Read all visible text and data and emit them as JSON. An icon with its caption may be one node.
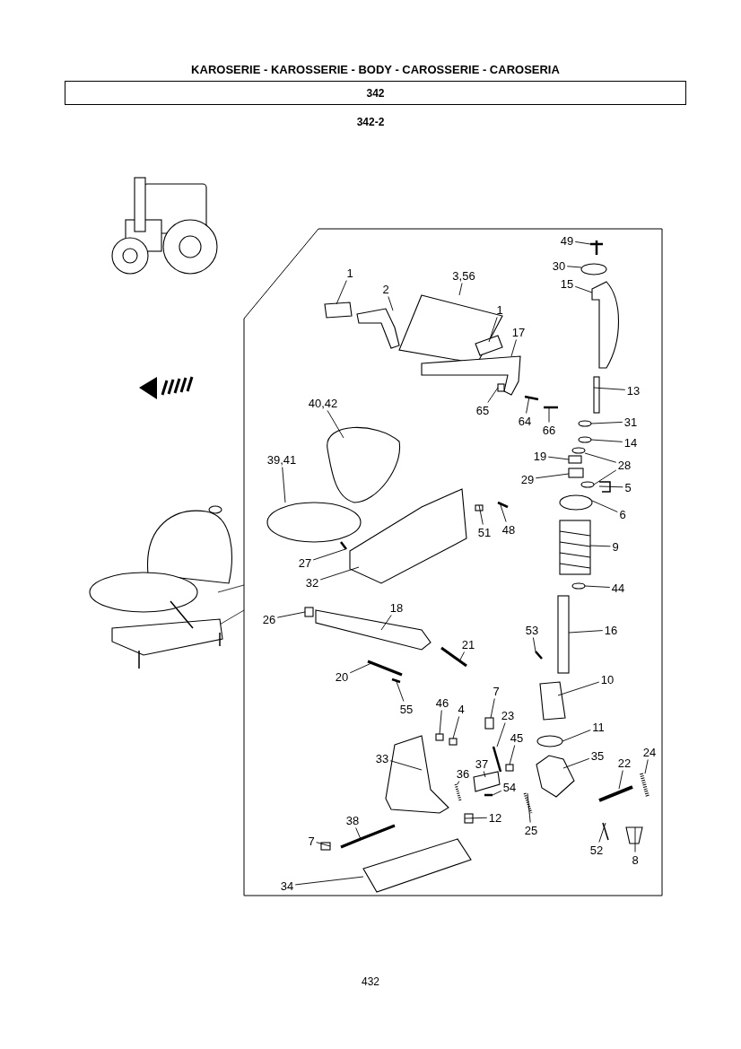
{
  "diagram": {
    "title": "KAROSERIE - KAROSSERIE - BODY - CAROSSERIE - CAROSERIA",
    "nodes": [
      {
        "text": [
          "342"
        ]
      },
      {
        "text": [
          "1"
        ]
      },
      {
        "text": [
          "2"
        ]
      },
      {
        "text": [
          "3,56"
        ]
      },
      {
        "text": [
          "1"
        ]
      },
      {
        "text": [
          "17"
        ]
      },
      {
        "text": [
          "49"
        ]
      },
      {
        "text": [
          "30"
        ]
      },
      {
        "text": [
          "15"
        ]
      },
      {
        "text": [
          "13"
        ]
      },
      {
        "text": [
          "31"
        ]
      },
      {
        "text": [
          "14"
        ]
      },
      {
        "text": [
          "19"
        ]
      },
      {
        "text": [
          "28"
        ]
      },
      {
        "text": [
          "29"
        ]
      },
      {
        "text": [
          "5"
        ]
      },
      {
        "text": [
          "6"
        ]
      },
      {
        "text": [
          "65"
        ]
      },
      {
        "text": [
          "64"
        ]
      },
      {
        "text": [
          "66"
        ]
      },
      {
        "text": [
          "40,42"
        ]
      },
      {
        "text": [
          "39,41"
        ]
      },
      {
        "text": [
          "51"
        ]
      },
      {
        "text": [
          "48"
        ]
      },
      {
        "text": [
          "27"
        ]
      },
      {
        "text": [
          "32"
        ]
      },
      {
        "text": [
          "9"
        ]
      },
      {
        "text": [
          "44"
        ]
      },
      {
        "text": [
          "26"
        ]
      },
      {
        "text": [
          "18"
        ]
      },
      {
        "text": [
          "16"
        ]
      },
      {
        "text": [
          "53"
        ]
      },
      {
        "text": [
          "21"
        ]
      },
      {
        "text": [
          "20"
        ]
      },
      {
        "text": [
          "55"
        ]
      },
      {
        "text": [
          "10"
        ]
      },
      {
        "text": [
          "46"
        ]
      },
      {
        "text": [
          "4"
        ]
      },
      {
        "text": [
          "7"
        ]
      },
      {
        "text": [
          "23"
        ]
      },
      {
        "text": [
          "45"
        ]
      },
      {
        "text": [
          "11"
        ]
      },
      {
        "text": [
          "33"
        ]
      },
      {
        "text": [
          "37"
        ]
      },
      {
        "text": [
          "36"
        ]
      },
      {
        "text": [
          "35"
        ]
      },
      {
        "text": [
          "54"
        ]
      },
      {
        "text": [
          "22"
        ]
      },
      {
        "text": [
          "24"
        ]
      },
      {
        "text": [
          "12"
        ]
      },
      {
        "text": [
          "25"
        ]
      },
      {
        "text": [
          "52"
        ]
      },
      {
        "text": [
          "8"
        ]
      },
      {
        "text": [
          "38"
        ]
      },
      {
        "text": [
          "7"
        ]
      },
      {
        "text": [
          "34"
        ]
      },
      {
        "text": [],
        "shape": "box"
      },
      {
        "text": [],
        "shape": "picture"
      },
      {
        "text": [],
        "shape": "box"
      },
      {
        "text": [],
        "shape": "box"
      },
      {
        "text": [],
        "shape": "picture"
      },
      {
        "text": [],
        "shape": "picture"
      },
      {
        "text": [],
        "shape": "circle"
      },
      {
        "text": [],
        "shape": "picture"
      },
      {
        "text": [],
        "shape": "box"
      },
      {
        "text": [],
        "shape": "circle"
      },
      {
        "text": [],
        "shape": "circle"
      },
      {
        "text": [],
        "shape": "box"
      },
      {
        "text": [],
        "shape": "circle"
      },
      {
        "text": [],
        "shape": "circle"
      },
      {
        "text": [],
        "shape": "box"
      },
      {
        "text": [],
        "shape": "picture"
      },
      {
        "text": [],
        "shape": "circle"
      },
      {
        "text": [],
        "shape": "box"
      },
      {
        "text": [],
        "shape": "bar"
      },
      {
        "text": [],
        "shape": "bar"
      },
      {
        "text": [],
        "shape": "picture"
      },
      {
        "text": [],
        "shape": "circle"
      },
      {
        "text": [],
        "shape": "box"
      },
      {
        "text": [],
        "shape": "bar"
      },
      {
        "text": [],
        "shape": "bar"
      },
      {
        "text": [],
        "shape": "picture"
      },
      {
        "text": [],
        "shape": "picture"
      },
      {
        "text": [],
        "shape": "circle"
      },
      {
        "text": [],
        "shape": "box"
      },
      {
        "text": [],
        "shape": "picture"
      },
      {
        "text": [],
        "shape": "box"
      },
      {
        "text": [],
        "shape": "bar"
      },
      {
        "text": [],
        "shape": "bar"
      },
      {
        "text": [],
        "shape": "bar"
      },
      {
        "text": [],
        "shape": "bar"
      },
      {
        "text": [],
        "shape": "box"
      },
      {
        "text": [],
        "shape": "box"
      },
      {
        "text": [],
        "shape": "box"
      },
      {
        "text": [],
        "shape": "box"
      },
      {
        "text": [],
        "shape": "bar"
      },
      {
        "text": [],
        "shape": "box"
      },
      {
        "text": [],
        "shape": "circle"
      },
      {
        "text": [],
        "shape": "picture"
      },
      {
        "text": [],
        "shape": "box"
      },
      {
        "text": [],
        "shape": "picture"
      },
      {
        "text": [],
        "shape": "picture"
      },
      {
        "text": [],
        "shape": "bar"
      },
      {
        "text": [],
        "shape": "bar"
      },
      {
        "text": [],
        "shape": "picture"
      },
      {
        "text": [],
        "shape": "box"
      },
      {
        "text": [],
        "shape": "picture"
      },
      {
        "text": [],
        "shape": "bar"
      },
      {
        "text": [],
        "shape": "picture"
      },
      {
        "text": [],
        "shape": "picture"
      },
      {
        "text": [],
        "shape": "box"
      },
      {
        "text": [],
        "shape": "box"
      }
    ],
    "edges": [
      {
        "from": 1,
        "to": 56,
        "arrow": "none"
      },
      {
        "from": 2,
        "to": 57,
        "arrow": "none"
      },
      {
        "from": 3,
        "to": 58,
        "arrow": "none"
      },
      {
        "from": 4,
        "to": 59,
        "arrow": "none"
      },
      {
        "from": 5,
        "to": 60,
        "arrow": "none"
      },
      {
        "from": 6,
        "to": 61,
        "arrow": "none"
      },
      {
        "from": 7,
        "to": 62,
        "arrow": "none"
      },
      {
        "from": 8,
        "to": 63,
        "arrow": "none"
      },
      {
        "from": 9,
        "to": 64,
        "arrow": "none"
      },
      {
        "from": 10,
        "to": 65,
        "arrow": "none"
      },
      {
        "from": 11,
        "to": 66,
        "arrow": "none"
      },
      {
        "from": 12,
        "to": 67,
        "arrow": "none"
      },
      {
        "from": 13,
        "to": 68,
        "arrow": "none"
      },
      {
        "from": 13,
        "to": 69,
        "arrow": "none"
      },
      {
        "from": 14,
        "to": 70,
        "arrow": "none"
      },
      {
        "from": 15,
        "to": 71,
        "arrow": "none"
      },
      {
        "from": 16,
        "to": 72,
        "arrow": "none"
      },
      {
        "from": 17,
        "to": 73,
        "arrow": "none"
      },
      {
        "from": 18,
        "to": 74,
        "arrow": "none"
      },
      {
        "from": 19,
        "to": 75,
        "arrow": "none"
      },
      {
        "from": 20,
        "to": 76,
        "arrow": "none"
      },
      {
        "from": 21,
        "to": 77,
        "arrow": "none"
      },
      {
        "from": 22,
        "to": 78,
        "arrow": "none"
      },
      {
        "from": 23,
        "to": 79,
        "arrow": "none"
      },
      {
        "from": 24,
        "to": 80,
        "arrow": "none"
      },
      {
        "from": 25,
        "to": 81,
        "arrow": "none"
      },
      {
        "from": 26,
        "to": 82,
        "arrow": "none"
      },
      {
        "from": 27,
        "to": 83,
        "arrow": "none"
      },
      {
        "from": 28,
        "to": 84,
        "arrow": "none"
      },
      {
        "from": 29,
        "to": 85,
        "arrow": "none"
      },
      {
        "from": 30,
        "to": 86,
        "arrow": "none"
      },
      {
        "from": 31,
        "to": 87,
        "arrow": "none"
      },
      {
        "from": 32,
        "to": 88,
        "arrow": "none"
      },
      {
        "from": 33,
        "to": 89,
        "arrow": "none"
      },
      {
        "from": 34,
        "to": 90,
        "arrow": "none"
      },
      {
        "from": 35,
        "to": 91,
        "arrow": "none"
      },
      {
        "from": 36,
        "to": 92,
        "arrow": "none"
      },
      {
        "from": 37,
        "to": 93,
        "arrow": "none"
      },
      {
        "from": 38,
        "to": 94,
        "arrow": "none"
      },
      {
        "from": 39,
        "to": 95,
        "arrow": "none"
      },
      {
        "from": 40,
        "to": 96,
        "arrow": "none"
      },
      {
        "from": 41,
        "to": 97,
        "arrow": "none"
      },
      {
        "from": 42,
        "to": 98,
        "arrow": "none"
      },
      {
        "from": 43,
        "to": 99,
        "arrow": "none"
      },
      {
        "from": 44,
        "to": 100,
        "arrow": "none"
      },
      {
        "from": 45,
        "to": 101,
        "arrow": "none"
      },
      {
        "from": 46,
        "to": 102,
        "arrow": "none"
      },
      {
        "from": 47,
        "to": 103,
        "arrow": "none"
      },
      {
        "from": 48,
        "to": 104,
        "arrow": "none"
      },
      {
        "from": 49,
        "to": 105,
        "arrow": "none"
      },
      {
        "from": 50,
        "to": 106,
        "arrow": "none"
      },
      {
        "from": 51,
        "to": 107,
        "arrow": "none"
      },
      {
        "from": 52,
        "to": 108,
        "arrow": "none"
      },
      {
        "from": 53,
        "to": 109,
        "arrow": "none"
      },
      {
        "from": 54,
        "to": 110,
        "arrow": "none"
      },
      {
        "from": 55,
        "to": 111,
        "arrow": "none"
      }
    ],
    "labels": [
      "342-2",
      "432"
    ]
  }
}
